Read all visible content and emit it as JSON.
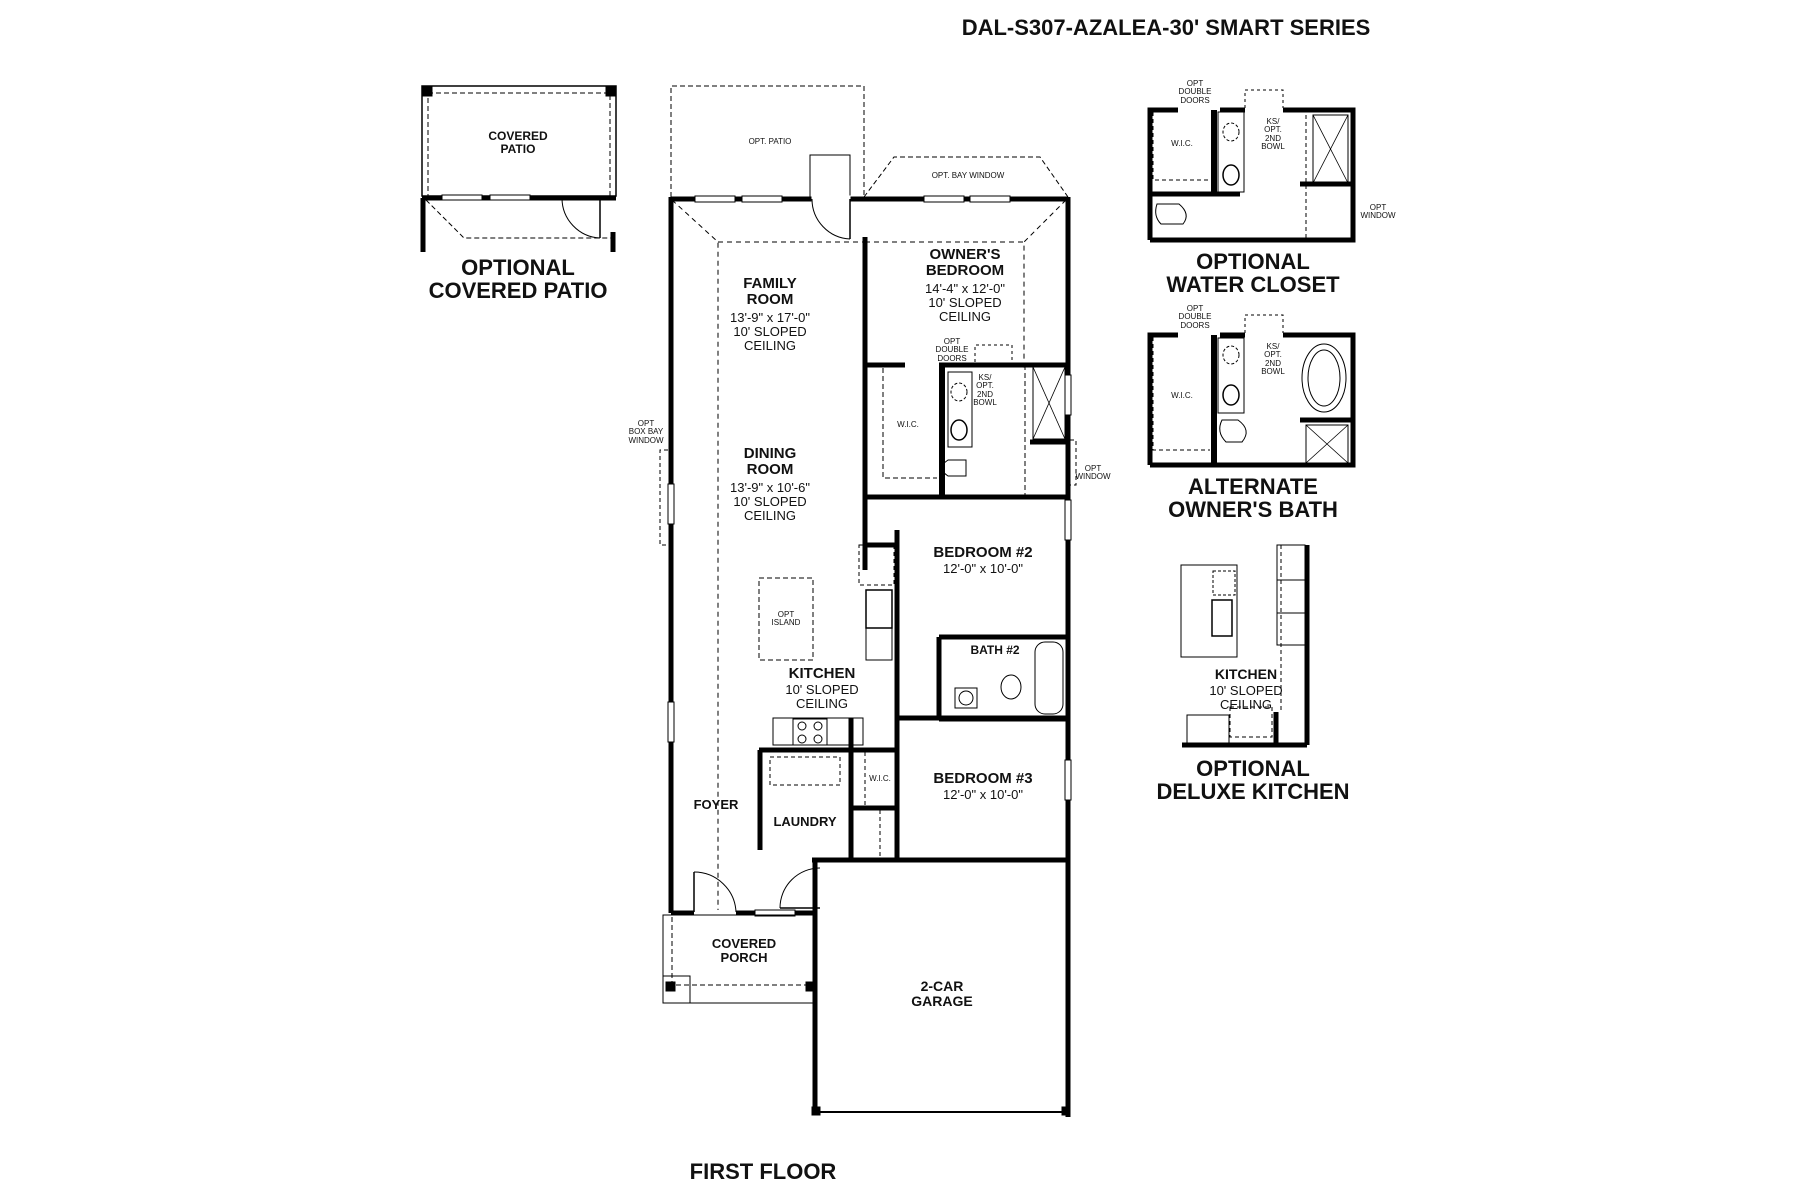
{
  "title": "DAL-S307-AZALEA-30' SMART SERIES",
  "main_plan": {
    "label": "FIRST FLOOR",
    "rooms": [
      {
        "name": "FAMILY\nROOM",
        "dims": "13'-9\" x 17'-0\"",
        "note": "10' SLOPED\nCEILING"
      },
      {
        "name": "OWNER'S\nBEDROOM",
        "dims": "14'-4\" x 12'-0\"",
        "note": "10' SLOPED\nCEILING"
      },
      {
        "name": "DINING\nROOM",
        "dims": "13'-9\" x 10'-6\"",
        "note": "10' SLOPED\nCEILING"
      },
      {
        "name": "BEDROOM #2",
        "dims": "12'-0\" x 10'-0\""
      },
      {
        "name": "KITCHEN",
        "note": "10' SLOPED\nCEILING"
      },
      {
        "name": "BATH #2"
      },
      {
        "name": "BEDROOM #3",
        "dims": "12'-0\" x 10'-0\""
      },
      {
        "name": "FOYER"
      },
      {
        "name": "LAUNDRY"
      },
      {
        "name": "COVERED\nPORCH"
      },
      {
        "name": "2-CAR\nGARAGE"
      }
    ],
    "annotations": {
      "opt_patio": "OPT. PATIO",
      "opt_bay_window": "OPT. BAY WINDOW",
      "opt_box_bay_window": "OPT\nBOX BAY\nWINDOW",
      "opt_double_doors": "OPT\nDOUBLE\nDOORS",
      "ks_opt_2nd_bowl": "KS/\nOPT.\n2ND\nBOWL",
      "wic_owner": "W.I.C.",
      "opt_window": "OPT\nWINDOW",
      "opt_island": "OPT\nISLAND",
      "wic_bed3": "W.I.C."
    }
  },
  "inset_covered_patio": {
    "room": "COVERED\nPATIO",
    "caption": "OPTIONAL\nCOVERED PATIO"
  },
  "inset_water_closet": {
    "caption": "OPTIONAL\nWATER CLOSET",
    "wic": "W.I.C.",
    "opt_double_doors": "OPT\nDOUBLE\nDOORS",
    "ks": "KS/\nOPT.\n2ND\nBOWL",
    "opt_window": "OPT\nWINDOW"
  },
  "inset_alt_bath": {
    "caption": "ALTERNATE\nOWNER'S BATH",
    "wic": "W.I.C.",
    "opt_double_doors": "OPT\nDOUBLE\nDOORS",
    "ks": "KS/\nOPT.\n2ND\nBOWL"
  },
  "inset_deluxe_kitchen": {
    "room": "KITCHEN",
    "note": "10' SLOPED\nCEILING",
    "caption": "OPTIONAL\nDELUXE KITCHEN"
  }
}
